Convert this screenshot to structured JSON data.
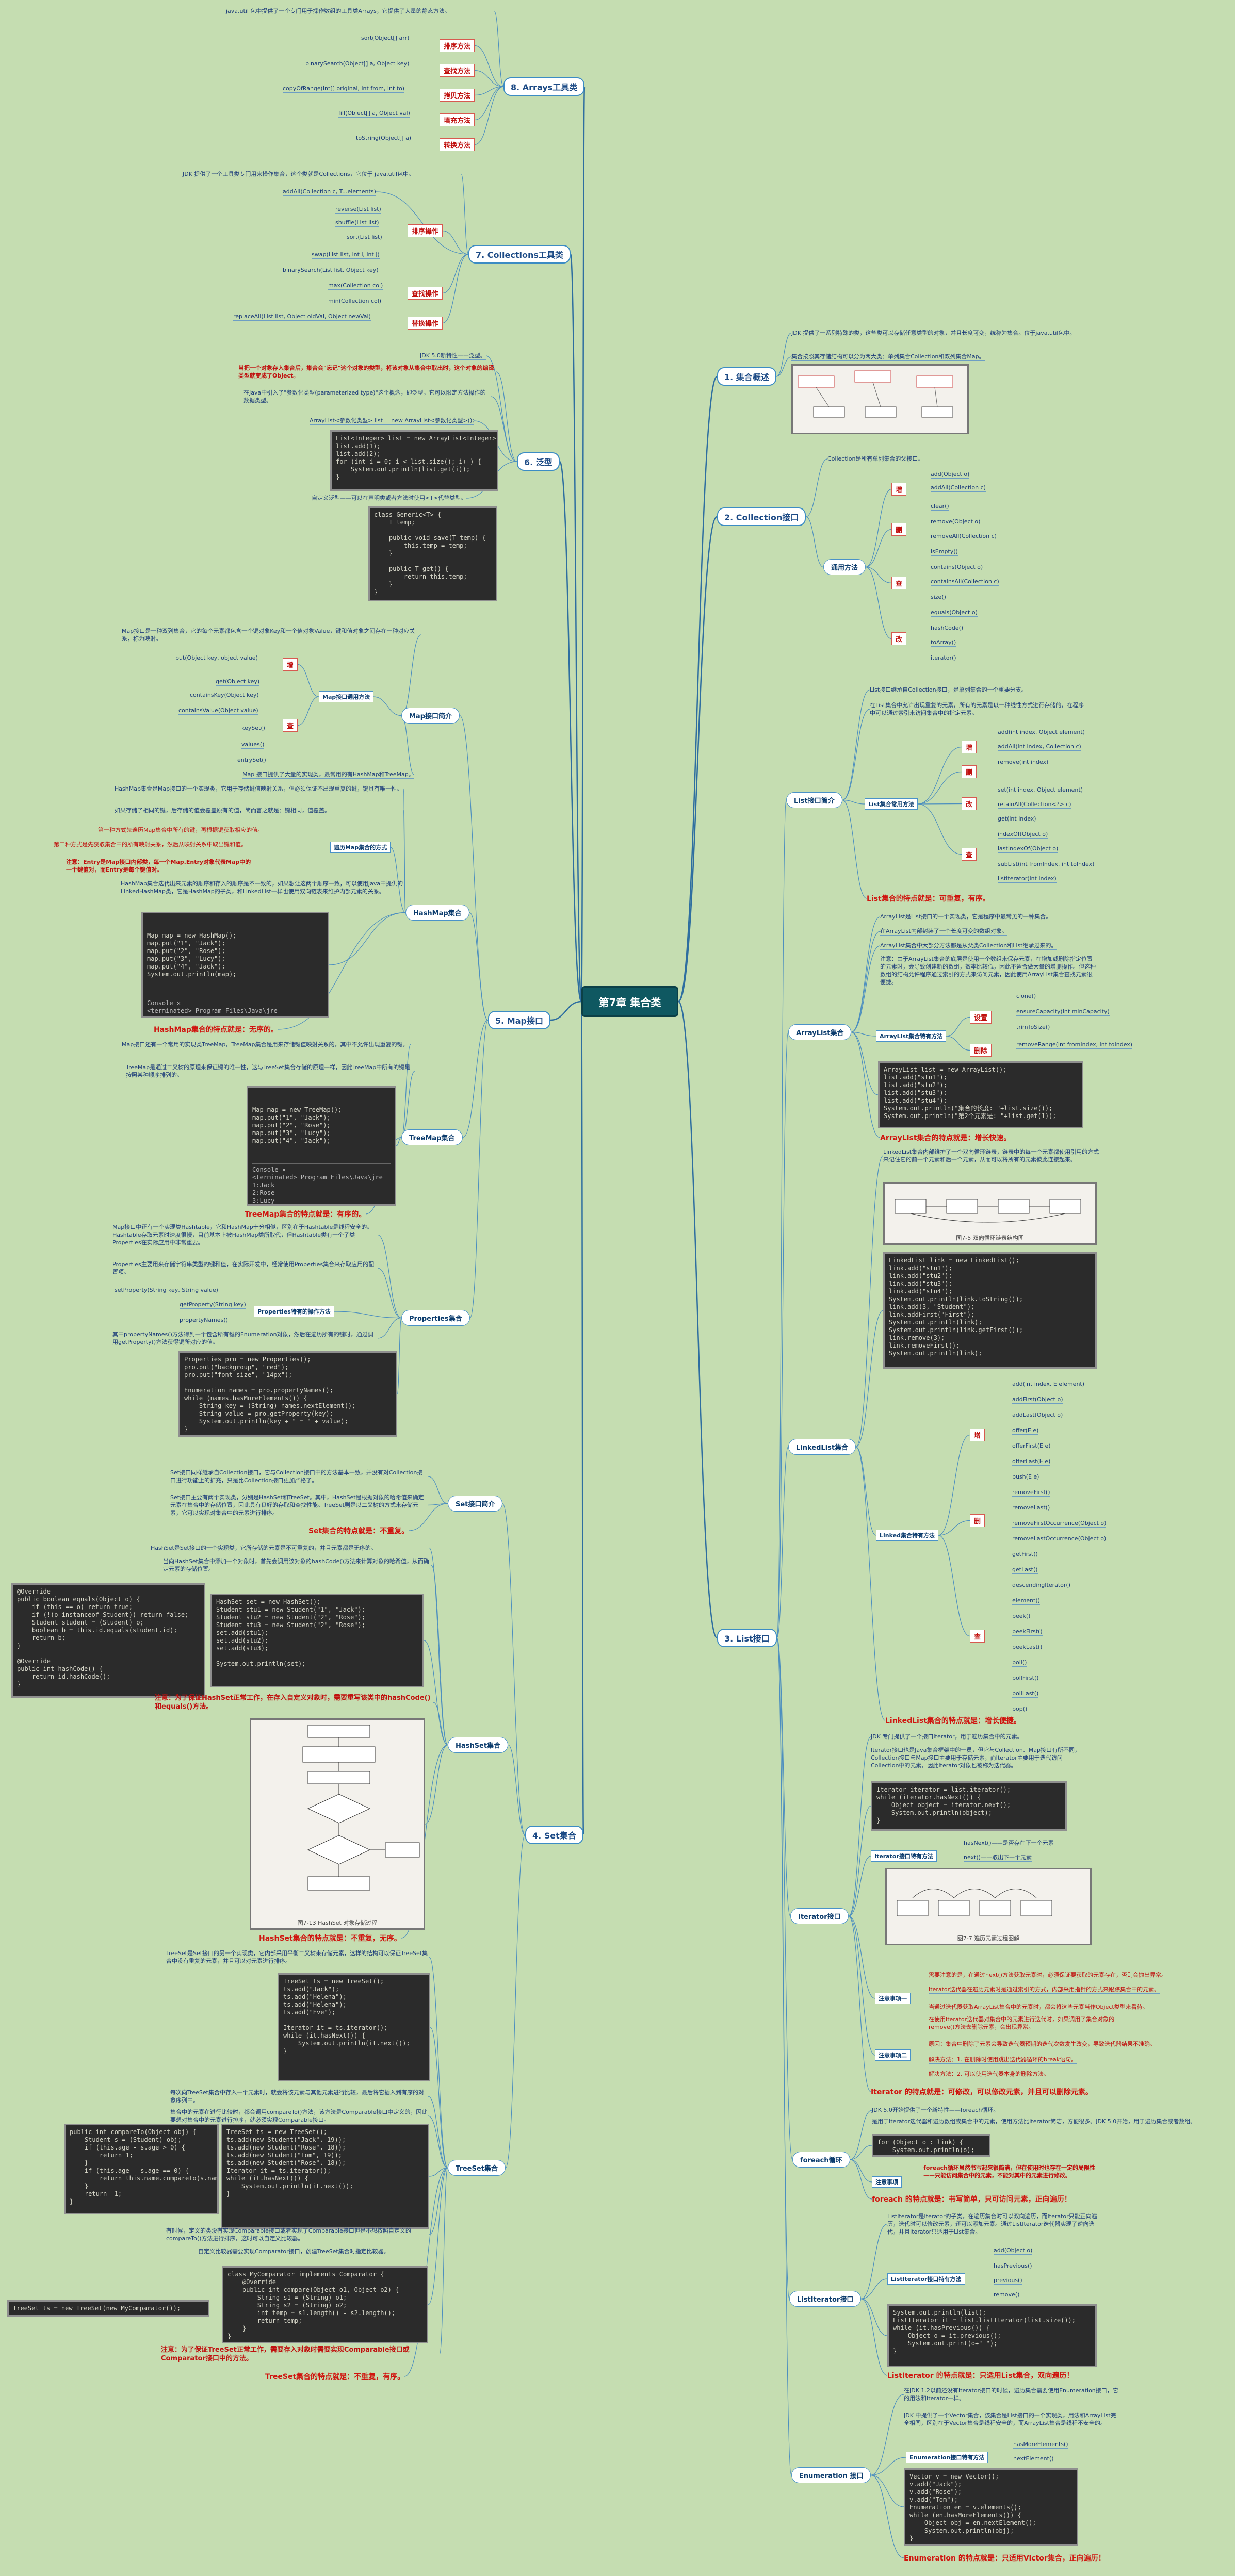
{
  "root": {
    "title": "第7章 集合类"
  },
  "s1": {
    "title": "1. 集合概述",
    "desc1": "JDK 提供了一系列特殊的类，这些类可以存储任意类型的对象，并且长度可变，统称为集合。位于java.util包中。",
    "desc2": "集合按照其存储结构可以分为两大类：单列集合Collection和双列集合Map。"
  },
  "s2": {
    "title": "2. Collection接口",
    "desc": "Collection是所有单列集合的父接口。",
    "group": "通用方法",
    "cats": [
      "增",
      "删",
      "查",
      "改"
    ],
    "add": [
      "add(Object o)",
      "addAll(Collection c)"
    ],
    "del": [
      "clear()",
      "remove(Object o)",
      "removeAll(Collection c)"
    ],
    "query": [
      "isEmpty()",
      "contains(Object o)",
      "containsAll(Collection c)",
      "size()"
    ],
    "other": [
      "equals(Object o)",
      "hashCode()",
      "toArray()",
      "iterator()"
    ]
  },
  "s3": {
    "title": "3. List接口",
    "list": {
      "cloud": "List接口简介",
      "intro1": "List接口继承自Collection接口，是单列集合的一个重要分支。",
      "intro2": "在List集合中允许出现重复的元素，所有的元素是以一种线性方式进行存储的，在程序中可以通过索引来访问集合中的指定元素。",
      "group": "List集合常用方法",
      "cats": [
        "增",
        "删",
        "改",
        "查"
      ],
      "add": [
        "add(int index, Object element)",
        "addAll(int index, Collection c)"
      ],
      "del": [
        "remove(int index)"
      ],
      "set": [
        "set(int index, Object element)",
        "retainAll(Collection<?> c)"
      ],
      "get": [
        "get(int index)",
        "indexOf(Object o)",
        "lastIndexOf(Object o)",
        "subList(int fromIndex, int toIndex)",
        "listIterator(int index)"
      ],
      "feature": "List集合的特点就是：可重复，有序。"
    },
    "arraylist": {
      "cloud": "ArrayList集合",
      "t1": "ArrayList是List接口的一个实现类，它是程序中最常见的一种集合。",
      "t2": "在ArrayList内部封装了一个长度可变的数组对象。",
      "t3": "ArrayList集合中大部分方法都是从父类Collection和List继承过来的。",
      "t4": "注意：由于ArrayList集合的底层是使用一个数组来保存元素，在增加或删除指定位置的元素时，会导致创建新的数组，效率比较低，因此不适合做大量的增删操作。但这种数组的结构允许程序通过索引的方式来访问元素，因此使用ArrayList集合查找元素很便捷。",
      "group": "ArrayList集合特有方法",
      "cats": [
        "设置",
        "删除"
      ],
      "set": [
        "clone()",
        "ensureCapacity(int minCapacity)",
        "trimToSize()"
      ],
      "del": [
        "removeRange(int fromIndex, int toIndex)"
      ],
      "code": "ArrayList list = new ArrayList();\nlist.add(\"stu1\");\nlist.add(\"stu2\");\nlist.add(\"stu3\");\nlist.add(\"stu4\");\nSystem.out.println(\"集合的长度: \"+list.size());\nSystem.out.println(\"第2个元素是: \"+list.get(1));",
      "feature": "ArrayList集合的特点就是：增长快速。"
    },
    "linkedlist": {
      "cloud": "LinkedList集合",
      "t1": "LinkedList集合内部维护了一个双向循环链表，链表中的每一个元素都使用引用的方式来记住它的前一个元素和后一个元素，从而可以将所有的元素彼此连接起来。",
      "pic_caption": "图7-5 双向循环链表结构图",
      "code": "LinkedList link = new LinkedList();\nlink.add(\"stu1\");\nlink.add(\"stu2\");\nlink.add(\"stu3\");\nlink.add(\"stu4\");\nSystem.out.println(link.toString());\nlink.add(3, \"Student\");\nlink.addFirst(\"First\");\nSystem.out.println(link);\nSystem.out.println(link.getFirst());\nlink.remove(3);\nlink.removeFirst();\nSystem.out.println(link);",
      "group": "Linked集合特有方法",
      "cats": [
        "增",
        "删",
        "查"
      ],
      "add": [
        "add(int index, E element)",
        "addFirst(Object o)",
        "addLast(Object o)",
        "offer(E e)",
        "offerFirst(E e)",
        "offerLast(E e)",
        "push(E e)"
      ],
      "del": [
        "removeFirst()",
        "removeLast()",
        "removeFirstOccurrence(Object o)",
        "removeLastOccurrence(Object o)"
      ],
      "get": [
        "getFirst()",
        "getLast()",
        "descendingIterator()",
        "element()",
        "peek()",
        "peekFirst()",
        "peekLast()",
        "poll()",
        "pollFirst()",
        "pollLast()",
        "pop()"
      ],
      "feature": "LinkedList集合的特点就是：增长便捷。"
    },
    "iterator": {
      "cloud": "Iterator接口",
      "t1": "JDK 专门提供了一个接口Iterator，用于遍历集合中的元素。",
      "t2": "Iterator接口也是Java集合框架中的一员，但它与Collection、Map接口有所不同，Collection接口与Map接口主要用于存储元素，而Iterator主要用于迭代访问Collection中的元素，因此Iterator对象也被称为迭代器。",
      "code": "Iterator iterator = list.iterator();\nwhile (iterator.hasNext()) {\n    Object object = iterator.next();\n    System.out.println(object);\n}",
      "group": "Iterator接口特有方法",
      "methods": [
        "hasNext()——是否存在下一个元素",
        "next()——取出下一个元素"
      ],
      "pic_caption": "图7-7 遍历元素过程图解",
      "note_title": "注意事项一",
      "note1a": "需要注意的是，在通过next()方法获取元素时，必须保证要获取的元素存在，否则会抛出异常。",
      "note1b": "Iterator迭代器在遍历元素时是通过索引的方式，内部采用指针的方式来跟踪集合中的元素。",
      "note1c": "当通过迭代器获取ArrayList集合中的元素时，都会将这些元素当作Object类型来看待。",
      "note2_title": "注意事项二",
      "note2a": "在使用Iterator迭代器对集合中的元素进行迭代时，如果调用了集合对象的remove()方法去删除元素，会出现异常。",
      "note2b": "原因：集合中删除了元素会导致迭代器预期的迭代次数发生改变，导致迭代器结果不准确。",
      "note2c": "解决方法：1. 在删除时使用跳出迭代器循环的break语句。",
      "note2d": "解决方法：2. 可以使用迭代器本身的删除方法。",
      "feature": "Iterator 的特点就是：可修改，可以修改元素，并且可以删除元素。"
    },
    "foreach": {
      "cloud": "foreach循环",
      "t1": "JDK 5.0开始提供了一个新特性——foreach循环。",
      "t2": "是用于Iterator迭代器和遍历数组或集合中的元素，使用方法比Iterator简洁，方便很多。JDK 5.0开始，用于遍历集合或者数组。",
      "code": "for (Object o : link) {\n    System.out.println(o);\n}",
      "note_title": "注意事项",
      "note": "foreach循环虽然书写起来很简洁，但在使用时也存在一定的局限性——只能访问集合中的元素，不能对其中的元素进行修改。",
      "feature": "foreach 的特点就是：书写简单，只可访问元素，正向遍历！"
    },
    "listiterator": {
      "cloud": "ListIterator接口",
      "t1": "ListIterator是Iterator的子类，在遍历集合时可以双向遍历，而Iterator只能正向遍历，迭代时可以修改元素，还可以添加元素。通过ListIterator迭代器实现了逆向迭代，并且Iterator只适用于List集合。",
      "group": "ListIterator接口特有方法",
      "methods": [
        "add(Object o)",
        "hasPrevious()",
        "previous()",
        "remove()"
      ],
      "code": "System.out.println(list);\nListIterator it = list.listIterator(list.size());\nwhile (it.hasPrevious()) {\n    Object o = it.previous();\n    System.out.print(o+\" \");\n}",
      "feature": "ListIterator 的特点就是：只适用List集合，双向遍历！"
    },
    "enumeration": {
      "cloud": "Enumeration 接口",
      "t1": "在JDK 1.2以前还没有Iterator接口的时候，遍历集合需要使用Enumeration接口，它的用法和Iterator一样。",
      "t2": "JDK 中提供了一个Vector集合，该集合是List接口的一个实现类，用法和ArrayList完全相同，区别在于Vector集合是线程安全的，而ArrayList集合是线程不安全的。",
      "group": "Enumeration接口特有方法",
      "methods": [
        "hasMoreElements()",
        "nextElement()"
      ],
      "code": "Vector v = new Vector();\nv.add(\"Jack\");\nv.add(\"Rose\");\nv.add(\"Tom\");\nEnumeration en = v.elements();\nwhile (en.hasMoreElements()) {\n    Object obj = en.nextElement();\n    System.out.println(obj);\n}",
      "feature": "Enumeration 的特点就是：只适用Victor集合，正向遍历！"
    }
  },
  "s4": {
    "title": "4. Set集合",
    "intro": {
      "cloud": "Set接口简介",
      "t1": "Set接口同样继承自Collection接口，它与Collection接口中的方法基本一致，并没有对Collection接口进行功能上的扩充，只是比Collection接口更加严格了。",
      "t2": "Set接口主要有两个实现类，分别是HashSet和TreeSet。其中，HashSet是根据对象的哈希值来确定元素在集合中的存储位置，因此具有良好的存取和查找性能。TreeSet则是以二叉树的方式来存储元素，它可以实现对集合中的元素进行排序。",
      "feature": "Set集合的特点就是：不重复。"
    },
    "hashset": {
      "cloud": "HashSet集合",
      "t1": "HashSet是Set接口的一个实现类，它所存储的元素是不可重复的，并且元素都是无序的。",
      "t2": "当向HashSet集合中添加一个对象时，首先会调用该对象的hashCode()方法来计算对象的哈希值，从而确定元素的存储位置。",
      "code_left": "@Override\npublic boolean equals(Object o) {\n    if (this == o) return true;\n    if (!(o instanceof Student)) return false;\n    Student student = (Student) o;\n    boolean b = this.id.equals(student.id);\n    return b;\n}\n\n@Override\npublic int hashCode() {\n    return id.hashCode();\n}",
      "code_right": "HashSet set = new HashSet();\nStudent stu1 = new Student(\"1\", \"Jack\");\nStudent stu2 = new Student(\"2\", \"Rose\");\nStudent stu3 = new Student(\"2\", \"Rose\");\nset.add(stu1);\nset.add(stu2);\nset.add(stu3);\n\nSystem.out.println(set);",
      "note": "注意：为了保证HashSet正常工作，在存入自定义对象时，需要重写该类中的hashCode()和equals()方法。",
      "pic_caption": "图7-13 HashSet 对象存储过程",
      "feature": "HashSet集合的特点就是：不重复，无序。"
    },
    "treeset": {
      "cloud": "TreeSet集合",
      "t1": "TreeSet是Set接口的另一个实现类，它内部采用平衡二叉树来存储元素，这样的结构可以保证TreeSet集合中没有重复的元素，并且可以对元素进行排序。",
      "code1": "TreeSet ts = new TreeSet();\nts.add(\"Jack\");\nts.add(\"Helena\");\nts.add(\"Helena\");\nts.add(\"Eve\");\n\nIterator it = ts.iterator();\nwhile (it.hasNext()) {\n    System.out.println(it.next());\n}",
      "t2": "每次向TreeSet集合中存入一个元素时，就会将该元素与其他元素进行比较，最后将它插入到有序的对象序列中。",
      "t3": "集合中的元素在进行比较时，都会调用compareTo()方法，该方法是Comparable接口中定义的，因此要想对集合中的元素进行排序，就必须实现Comparable接口。",
      "code2": "public int compareTo(Object obj) {\n    Student s = (Student) obj;\n    if (this.age - s.age > 0) {\n        return 1;\n    }\n    if (this.age - s.age == 0) {\n        return this.name.compareTo(s.name);\n    }\n    return -1;\n}",
      "code3": "TreeSet ts = new TreeSet();\nts.add(new Student(\"Jack\", 19));\nts.add(new Student(\"Rose\", 18));\nts.add(new Student(\"Tom\", 19));\nts.add(new Student(\"Rose\", 18));\nIterator it = ts.iterator();\nwhile (it.hasNext()) {\n    System.out.println(it.next());\n}",
      "t4": "有时候，定义的类没有实现Comparable接口或者实现了Comparable接口但是不想按照自定义的compareTo()方法进行排序，这时可以自定义比较器。",
      "t5": "自定义比较器需要实现Comparator接口，创建TreeSet集合时指定比较器。",
      "code4": "class MyComparator implements Comparator {\n    @Override\n    public int compare(Object o1, Object o2) {\n        String s1 = (String) o1;\n        String s2 = (String) o2;\n        int temp = s1.length() - s2.length();\n        return temp;\n    }\n}",
      "code_inline": "TreeSet ts = new TreeSet(new MyComparator());",
      "note": "注意：为了保证TreeSet正常工作，需要存入对象时需要实现Comparable接口或Comparator接口中的方法。",
      "feature": "TreeSet集合的特点就是：不重复，有序。"
    }
  },
  "s5": {
    "title": "5. Map接口",
    "intro": {
      "cloud": "Map接口简介",
      "t1": "Map接口是一种双列集合，它的每个元素都包含一个键对象Key和一个值对象Value，键和值对象之间存在一种对应关系，称为映射。",
      "group": "Map接口通用方法",
      "cats": [
        "增",
        "查"
      ],
      "add": [
        "put(Object key, object value)"
      ],
      "get": [
        "get(Object key)",
        "containsKey(Object key)",
        "containsValue(Object value)",
        "keySet()",
        "values()",
        "entrySet()"
      ],
      "t2": "Map 接口提供了大量的实现类，最常用的有HashMap和TreeMap。"
    },
    "hashmap": {
      "cloud": "HashMap集合",
      "t1": "HashMap集合是Map接口的一个实现类，它用于存储键值映射关系，但必须保证不出现重复的键，键具有唯一性。",
      "t2": "如果存储了相同的键，后存储的值会覆盖原有的值，简而言之就是：键相同，值覆盖。",
      "t3": "第一种方式先遍历Map集合中所有的键，再根据键获取相应的值。",
      "t4": "第二种方式是先获取集合中的所有映射关系，然后从映射关系中取出键和值。",
      "group": "遍历Map集合的方式",
      "note": "注意：Entry是Map接口内部类，每一个Map.Entry对象代表Map中的一个键值对，而Entry是每个键值对。",
      "t5": "HashMap集合迭代出来元素的顺序和存入的顺序是不一致的，如果想让这两个顺序一致，可以使用Java中提供的LinkedHashMap类，它是HashMap的子类，和LinkedList一样也使用双向链表来维护内部元素的关系。",
      "code": "Map map = new HashMap();\nmap.put(\"1\", \"Jack\");\nmap.put(\"2\", \"Rose\");\nmap.put(\"3\", \"Lucy\");\nmap.put(\"4\", \"Jack\");\nSystem.out.println(map);",
      "console": "Console ✕\n<terminated> Program Files\\Java\\jre\n3:Lucy\n2:Rose\n4:Jack\n1:Jack",
      "feature": "HashMap集合的特点就是：无序的。"
    },
    "treemap": {
      "cloud": "TreeMap集合",
      "t1": "Map接口还有一个常用的实现类TreeMap，TreeMap集合是用来存储键值映射关系的，其中不允许出现重复的键。",
      "t2": "TreeMap是通过二叉树的原理来保证键的唯一性，这与TreeSet集合存储的原理一样，因此TreeMap中所有的键是按照某种顺序排列的。",
      "code": "Map map = new TreeMap();\nmap.put(\"1\", \"Jack\");\nmap.put(\"2\", \"Rose\");\nmap.put(\"3\", \"Lucy\");\nmap.put(\"4\", \"Jack\");",
      "console": "Console ✕\n<terminated> Program Files\\Java\\jre\n1:Jack\n2:Rose\n3:Lucy\n4:Jack",
      "feature": "TreeMap集合的特点就是：有序的。"
    },
    "properties": {
      "cloud": "Properties集合",
      "t1": "Map接口中还有一个实现类Hashtable，它和HashMap十分相似，区别在于Hashtable是线程安全的。Hashtable存取元素时速度很慢，目前基本上被HashMap类所取代，但Hashtable类有一个子类Properties在实际应用中非常重要。",
      "t2": "Properties主要用来存储字符串类型的键和值，在实际开发中，经常使用Properties集合来存取应用的配置项。",
      "group": "Properties特有的操作方法",
      "methods": [
        "setProperty(String key, String value)",
        "getProperty(String key)",
        "propertyNames()"
      ],
      "t3": "其中propertyNames()方法得到一个包含所有键的Enumeration对象，然后在遍历所有的键时，通过调用getProperty()方法获得键所对应的值。",
      "code": "Properties pro = new Properties();\npro.put(\"backgroup\", \"red\");\npro.put(\"font-size\", \"14px\");\n\nEnumeration names = pro.propertyNames();\nwhile (names.hasMoreElements()) {\n    String key = (String) names.nextElement();\n    String value = pro.getProperty(key);\n    System.out.println(key + \" = \" + value);\n}"
    }
  },
  "s6": {
    "title": "6. 泛型",
    "t1": "JDK 5.0新特性——泛型。",
    "t2": "当把一个对象存入集合后，集合会\"忘记\"这个对象的类型，将该对象从集合中取出时，这个对象的编译类型就变成了Object。",
    "t3": "在Java中引入了\"参数化类型(parameterized type)\"这个概念，即泛型。它可以限定方法操作的数据类型。",
    "t4": "ArrayList<参数化类型> list = new ArrayList<参数化类型>();",
    "code1": "List<Integer> list = new ArrayList<Integer>();\nlist.add(1);\nlist.add(2);\nfor (int i = 0; i < list.size(); i++) {\n    System.out.println(list.get(i));\n}",
    "t5": "自定义泛型——可以在声明类或者方法时使用<T>代替类型。",
    "code2": "class Generic<T> {\n    T temp;\n\n    public void save(T temp) {\n        this.temp = temp;\n    }\n\n    public T get() {\n        return this.temp;\n    }\n}"
  },
  "s7": {
    "title": "7. Collections工具类",
    "desc": "JDK 提供了一个工具类专门用来操作集合，这个类就是Collections，它位于 java.util包中。",
    "cats": [
      "排序操作",
      "查找操作",
      "替换操作"
    ],
    "addall": "addAll(Collection c, T...elements)",
    "sort": [
      "reverse(List list)",
      "shuffle(List list)",
      "sort(List list)",
      "swap(List list, int i, int j)"
    ],
    "find": [
      "binarySearch(List list, Object key)",
      "max(Collection col)",
      "min(Collection col)"
    ],
    "replace": [
      "replaceAll(List list, Object oldVal, Object newVal)"
    ]
  },
  "s8": {
    "title": "8. Arrays工具类",
    "desc": "java.util 包中提供了一个专门用于操作数组的工具类Arrays，它提供了大量的静态方法。",
    "items": [
      {
        "method": "sort(Object[] arr)",
        "cat": "排序方法"
      },
      {
        "method": "binarySearch(Object[] a, Object key)",
        "cat": "查找方法"
      },
      {
        "method": "copyOfRange(int[] original, int from, int to)",
        "cat": "拷贝方法"
      },
      {
        "method": "fill(Object[] a, Object val)",
        "cat": "填充方法"
      },
      {
        "method": "toString(Object[] a)",
        "cat": "转换方法"
      }
    ]
  },
  "misc": {
    "iter_pic": "图7-7 遍历元素过程图解",
    "collection_pic": "集合体系架构图"
  }
}
